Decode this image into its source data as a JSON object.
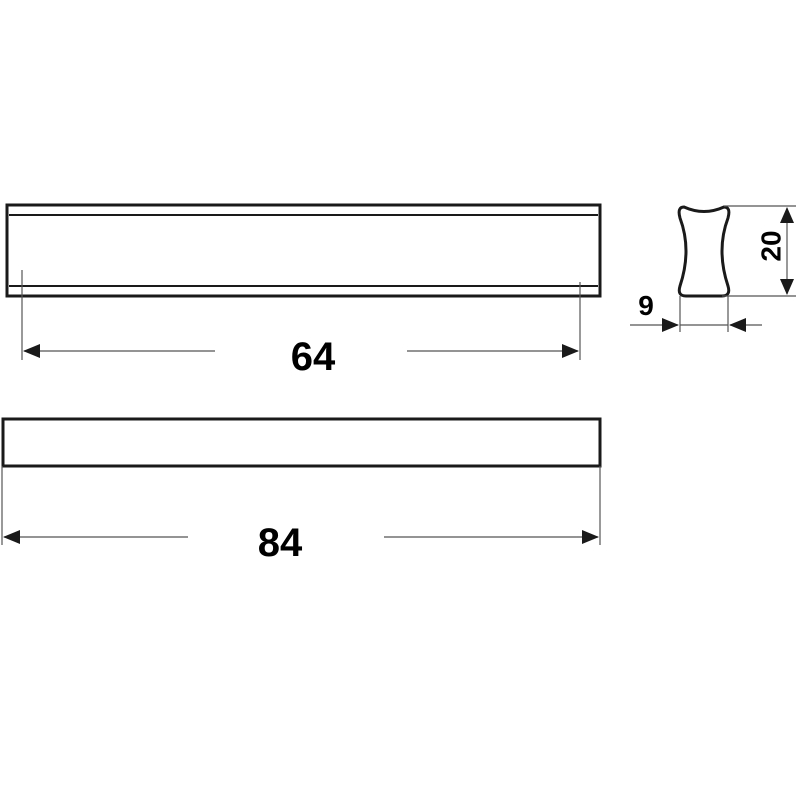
{
  "drawing": {
    "top_view": {
      "dimension_label": "64"
    },
    "side_view": {
      "dimension_label": "84"
    },
    "profile_view": {
      "height_label": "20",
      "width_label": "9"
    },
    "colors": {
      "line": "#1a1a1a",
      "dimension_line": "#555555",
      "background": "#ffffff"
    }
  }
}
